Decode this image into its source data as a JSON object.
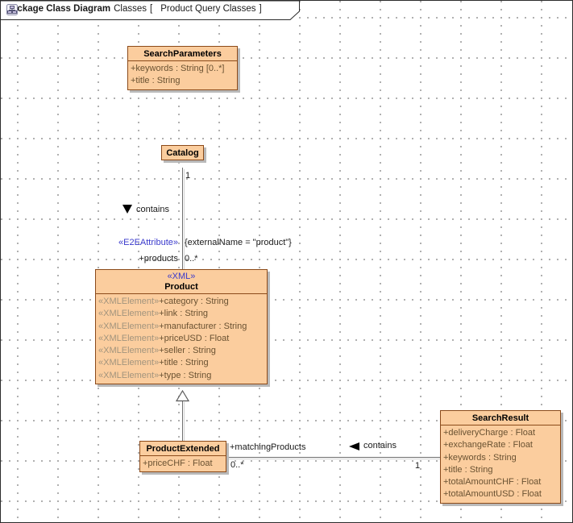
{
  "frame": {
    "keyword": "package Class Diagram",
    "package_name": "Classes",
    "open_bracket": "[",
    "diagram_name": "Product Query Classes",
    "close_bracket": "]"
  },
  "classes": {
    "searchParameters": {
      "name": "SearchParameters",
      "attributes": [
        "+keywords : String [0..*]",
        "+title : String"
      ]
    },
    "catalog": {
      "name": "Catalog"
    },
    "product": {
      "stereotype": "«XML»",
      "name": "Product",
      "attributes": [
        {
          "stereotype": "«XMLElement»",
          "text": "+category : String"
        },
        {
          "stereotype": "«XMLElement»",
          "text": "+link : String"
        },
        {
          "stereotype": "«XMLElement»",
          "text": "+manufacturer : String"
        },
        {
          "stereotype": "«XMLElement»",
          "text": "+priceUSD : Float"
        },
        {
          "stereotype": "«XMLElement»",
          "text": "+seller : String"
        },
        {
          "stereotype": "«XMLElement»",
          "text": "+title : String"
        },
        {
          "stereotype": "«XMLElement»",
          "text": "+type : String"
        }
      ]
    },
    "productExtended": {
      "name": "ProductExtended",
      "attributes": [
        "+priceCHF : Float"
      ]
    },
    "searchResult": {
      "name": "SearchResult",
      "attributes": [
        "+deliveryCharge : Float",
        "+exchangeRate : Float",
        "+keywords : String",
        "+title : String",
        "+totalAmountCHF : Float",
        "+totalAmountUSD : Float"
      ]
    }
  },
  "associations": {
    "catalog_product": {
      "name": "contains",
      "catalog_multiplicity": "1",
      "stereotype": "«E2EAttribute»",
      "constraint": "{externalName = \"product\"}",
      "role": "+products",
      "multiplicity": "0..*"
    },
    "searchResult_productExtended": {
      "name": "contains",
      "role": "+matchingProducts",
      "multiplicity": "0..*",
      "searchResult_multiplicity": "1"
    }
  },
  "colors": {
    "class_fill": "#fbcd9e",
    "class_border": "#8b4a1a",
    "stereotype_blue": "#3a3acc",
    "attribute_text": "#6a5232",
    "xml_element_gray": "#a2947d",
    "line_gray": "#6f6f6f"
  }
}
